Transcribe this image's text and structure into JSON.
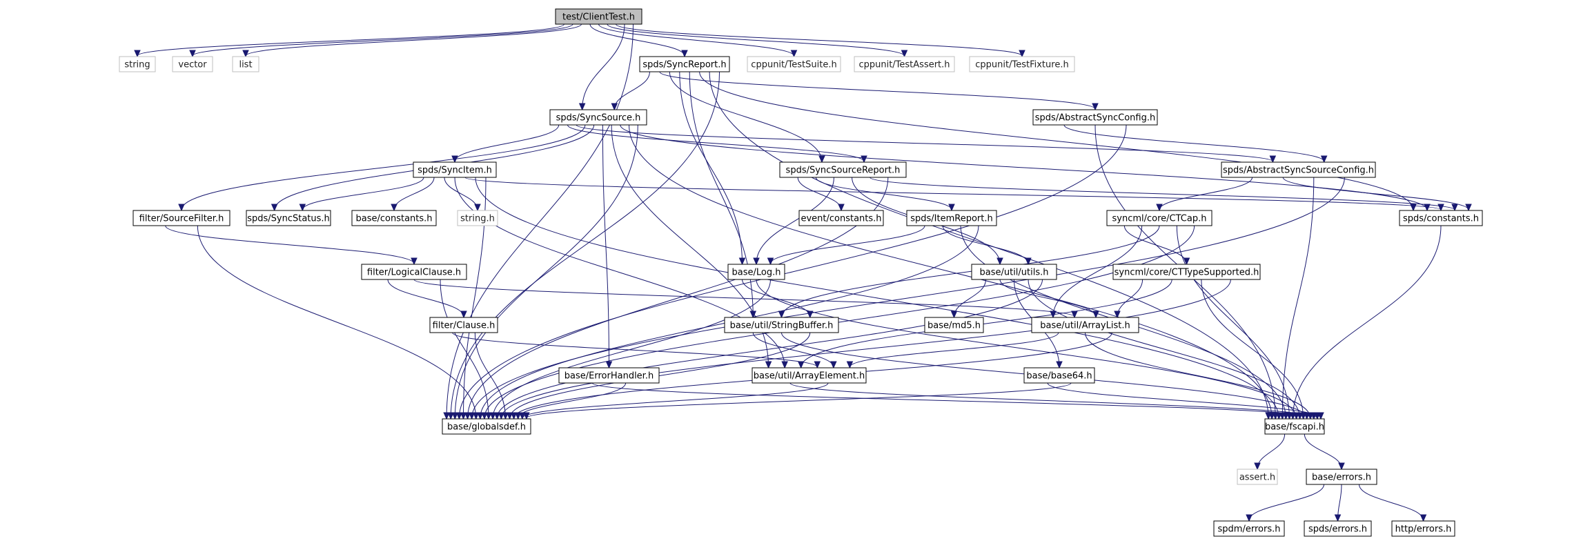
{
  "diagram": {
    "type": "include-dependency-graph",
    "colors": {
      "edge": "#191970",
      "root_fill": "#bfbfbf",
      "node_border": "#000000",
      "external_border": "#bfbfbf"
    },
    "nodes": [
      {
        "id": "root",
        "label": "test/ClientTest.h",
        "kind": "root"
      },
      {
        "id": "string",
        "label": "string",
        "kind": "external"
      },
      {
        "id": "vector",
        "label": "vector",
        "kind": "external"
      },
      {
        "id": "list",
        "label": "list",
        "kind": "external"
      },
      {
        "id": "syncreport",
        "label": "spds/SyncReport.h",
        "kind": "internal"
      },
      {
        "id": "testsuite",
        "label": "cppunit/TestSuite.h",
        "kind": "external"
      },
      {
        "id": "testassert",
        "label": "cppunit/TestAssert.h",
        "kind": "external"
      },
      {
        "id": "testfixture",
        "label": "cppunit/TestFixture.h",
        "kind": "external"
      },
      {
        "id": "syncsource",
        "label": "spds/SyncSource.h",
        "kind": "internal"
      },
      {
        "id": "abssyncconfig",
        "label": "spds/AbstractSyncConfig.h",
        "kind": "internal"
      },
      {
        "id": "syncitem",
        "label": "spds/SyncItem.h",
        "kind": "internal"
      },
      {
        "id": "syncsourcereport",
        "label": "spds/SyncSourceReport.h",
        "kind": "internal"
      },
      {
        "id": "abssyncsourceconfig",
        "label": "spds/AbstractSyncSourceConfig.h",
        "kind": "internal"
      },
      {
        "id": "sourcefilter",
        "label": "filter/SourceFilter.h",
        "kind": "internal"
      },
      {
        "id": "syncstatus",
        "label": "spds/SyncStatus.h",
        "kind": "internal"
      },
      {
        "id": "baseconstants",
        "label": "base/constants.h",
        "kind": "internal"
      },
      {
        "id": "stringh",
        "label": "string.h",
        "kind": "external"
      },
      {
        "id": "eventconstants",
        "label": "event/constants.h",
        "kind": "internal"
      },
      {
        "id": "itemreport",
        "label": "spds/ItemReport.h",
        "kind": "internal"
      },
      {
        "id": "ctcap",
        "label": "syncml/core/CTCap.h",
        "kind": "internal"
      },
      {
        "id": "spdsconstants",
        "label": "spds/constants.h",
        "kind": "internal"
      },
      {
        "id": "logicalclause",
        "label": "filter/LogicalClause.h",
        "kind": "internal"
      },
      {
        "id": "log",
        "label": "base/Log.h",
        "kind": "internal"
      },
      {
        "id": "utils",
        "label": "base/util/utils.h",
        "kind": "internal"
      },
      {
        "id": "cttypesupported",
        "label": "syncml/core/CTTypeSupported.h",
        "kind": "internal"
      },
      {
        "id": "clause",
        "label": "filter/Clause.h",
        "kind": "internal"
      },
      {
        "id": "stringbuffer",
        "label": "base/util/StringBuffer.h",
        "kind": "internal"
      },
      {
        "id": "md5",
        "label": "base/md5.h",
        "kind": "internal"
      },
      {
        "id": "arraylist",
        "label": "base/util/ArrayList.h",
        "kind": "internal"
      },
      {
        "id": "errorhandler",
        "label": "base/ErrorHandler.h",
        "kind": "internal"
      },
      {
        "id": "arrayelement",
        "label": "base/util/ArrayElement.h",
        "kind": "internal"
      },
      {
        "id": "base64",
        "label": "base/base64.h",
        "kind": "internal"
      },
      {
        "id": "globalsdef",
        "label": "base/globalsdef.h",
        "kind": "internal"
      },
      {
        "id": "fscapi",
        "label": "base/fscapi.h",
        "kind": "internal"
      },
      {
        "id": "assert",
        "label": "assert.h",
        "kind": "external"
      },
      {
        "id": "baseerrors",
        "label": "base/errors.h",
        "kind": "internal"
      },
      {
        "id": "spdmerrors",
        "label": "spdm/errors.h",
        "kind": "internal"
      },
      {
        "id": "spdserrors",
        "label": "spds/errors.h",
        "kind": "internal"
      },
      {
        "id": "httperrors",
        "label": "http/errors.h",
        "kind": "internal"
      }
    ],
    "edges": [
      [
        "root",
        "string"
      ],
      [
        "root",
        "vector"
      ],
      [
        "root",
        "list"
      ],
      [
        "root",
        "syncreport"
      ],
      [
        "root",
        "testsuite"
      ],
      [
        "root",
        "testassert"
      ],
      [
        "root",
        "testfixture"
      ],
      [
        "root",
        "syncsource"
      ],
      [
        "root",
        "globalsdef"
      ],
      [
        "syncreport",
        "syncsource"
      ],
      [
        "syncreport",
        "abssyncconfig"
      ],
      [
        "syncreport",
        "syncsourcereport"
      ],
      [
        "syncreport",
        "log"
      ],
      [
        "syncreport",
        "stringbuffer"
      ],
      [
        "syncreport",
        "spdsconstants"
      ],
      [
        "syncreport",
        "fscapi"
      ],
      [
        "syncreport",
        "globalsdef"
      ],
      [
        "syncsource",
        "syncitem"
      ],
      [
        "syncsource",
        "syncsourcereport"
      ],
      [
        "syncsource",
        "abssyncsourceconfig"
      ],
      [
        "syncsource",
        "sourcefilter"
      ],
      [
        "syncsource",
        "syncstatus"
      ],
      [
        "syncsource",
        "errorhandler"
      ],
      [
        "syncsource",
        "arrayelement"
      ],
      [
        "syncsource",
        "spdsconstants"
      ],
      [
        "syncsource",
        "fscapi"
      ],
      [
        "syncsource",
        "globalsdef"
      ],
      [
        "abssyncconfig",
        "abssyncsourceconfig"
      ],
      [
        "abssyncconfig",
        "fscapi"
      ],
      [
        "abssyncconfig",
        "globalsdef"
      ],
      [
        "syncitem",
        "syncstatus"
      ],
      [
        "syncitem",
        "baseconstants"
      ],
      [
        "syncitem",
        "stringh"
      ],
      [
        "syncitem",
        "arrayelement"
      ],
      [
        "syncitem",
        "spdsconstants"
      ],
      [
        "syncitem",
        "fscapi"
      ],
      [
        "syncitem",
        "globalsdef"
      ],
      [
        "syncsourcereport",
        "eventconstants"
      ],
      [
        "syncsourcereport",
        "itemreport"
      ],
      [
        "syncsourcereport",
        "log"
      ],
      [
        "syncsourcereport",
        "utils"
      ],
      [
        "syncsourcereport",
        "spdsconstants"
      ],
      [
        "syncsourcereport",
        "globalsdef"
      ],
      [
        "abssyncsourceconfig",
        "ctcap"
      ],
      [
        "abssyncsourceconfig",
        "spdsconstants"
      ],
      [
        "abssyncsourceconfig",
        "fscapi"
      ],
      [
        "abssyncsourceconfig",
        "globalsdef"
      ],
      [
        "sourcefilter",
        "logicalclause"
      ],
      [
        "sourcefilter",
        "globalsdef"
      ],
      [
        "itemreport",
        "log"
      ],
      [
        "itemreport",
        "utils"
      ],
      [
        "itemreport",
        "fscapi"
      ],
      [
        "itemreport",
        "globalsdef"
      ],
      [
        "ctcap",
        "cttypesupported"
      ],
      [
        "ctcap",
        "arraylist"
      ],
      [
        "ctcap",
        "stringbuffer"
      ],
      [
        "ctcap",
        "fscapi"
      ],
      [
        "ctcap",
        "globalsdef"
      ],
      [
        "spdsconstants",
        "fscapi"
      ],
      [
        "logicalclause",
        "clause"
      ],
      [
        "logicalclause",
        "arraylist"
      ],
      [
        "logicalclause",
        "globalsdef"
      ],
      [
        "log",
        "stringbuffer"
      ],
      [
        "log",
        "fscapi"
      ],
      [
        "log",
        "globalsdef"
      ],
      [
        "utils",
        "md5"
      ],
      [
        "utils",
        "arraylist"
      ],
      [
        "utils",
        "base64"
      ],
      [
        "utils",
        "fscapi"
      ],
      [
        "utils",
        "globalsdef"
      ],
      [
        "cttypesupported",
        "arraylist"
      ],
      [
        "cttypesupported",
        "arrayelement"
      ],
      [
        "cttypesupported",
        "fscapi"
      ],
      [
        "cttypesupported",
        "globalsdef"
      ],
      [
        "clause",
        "arrayelement"
      ],
      [
        "clause",
        "globalsdef"
      ],
      [
        "stringbuffer",
        "arrayelement"
      ],
      [
        "stringbuffer",
        "fscapi"
      ],
      [
        "stringbuffer",
        "globalsdef"
      ],
      [
        "arraylist",
        "arrayelement"
      ],
      [
        "arraylist",
        "fscapi"
      ],
      [
        "arraylist",
        "globalsdef"
      ],
      [
        "errorhandler",
        "fscapi"
      ],
      [
        "errorhandler",
        "globalsdef"
      ],
      [
        "arrayelement",
        "fscapi"
      ],
      [
        "arrayelement",
        "globalsdef"
      ],
      [
        "base64",
        "fscapi"
      ],
      [
        "base64",
        "globalsdef"
      ],
      [
        "fscapi",
        "assert"
      ],
      [
        "fscapi",
        "baseerrors"
      ],
      [
        "baseerrors",
        "spdmerrors"
      ],
      [
        "baseerrors",
        "spdserrors"
      ],
      [
        "baseerrors",
        "httperrors"
      ]
    ]
  }
}
